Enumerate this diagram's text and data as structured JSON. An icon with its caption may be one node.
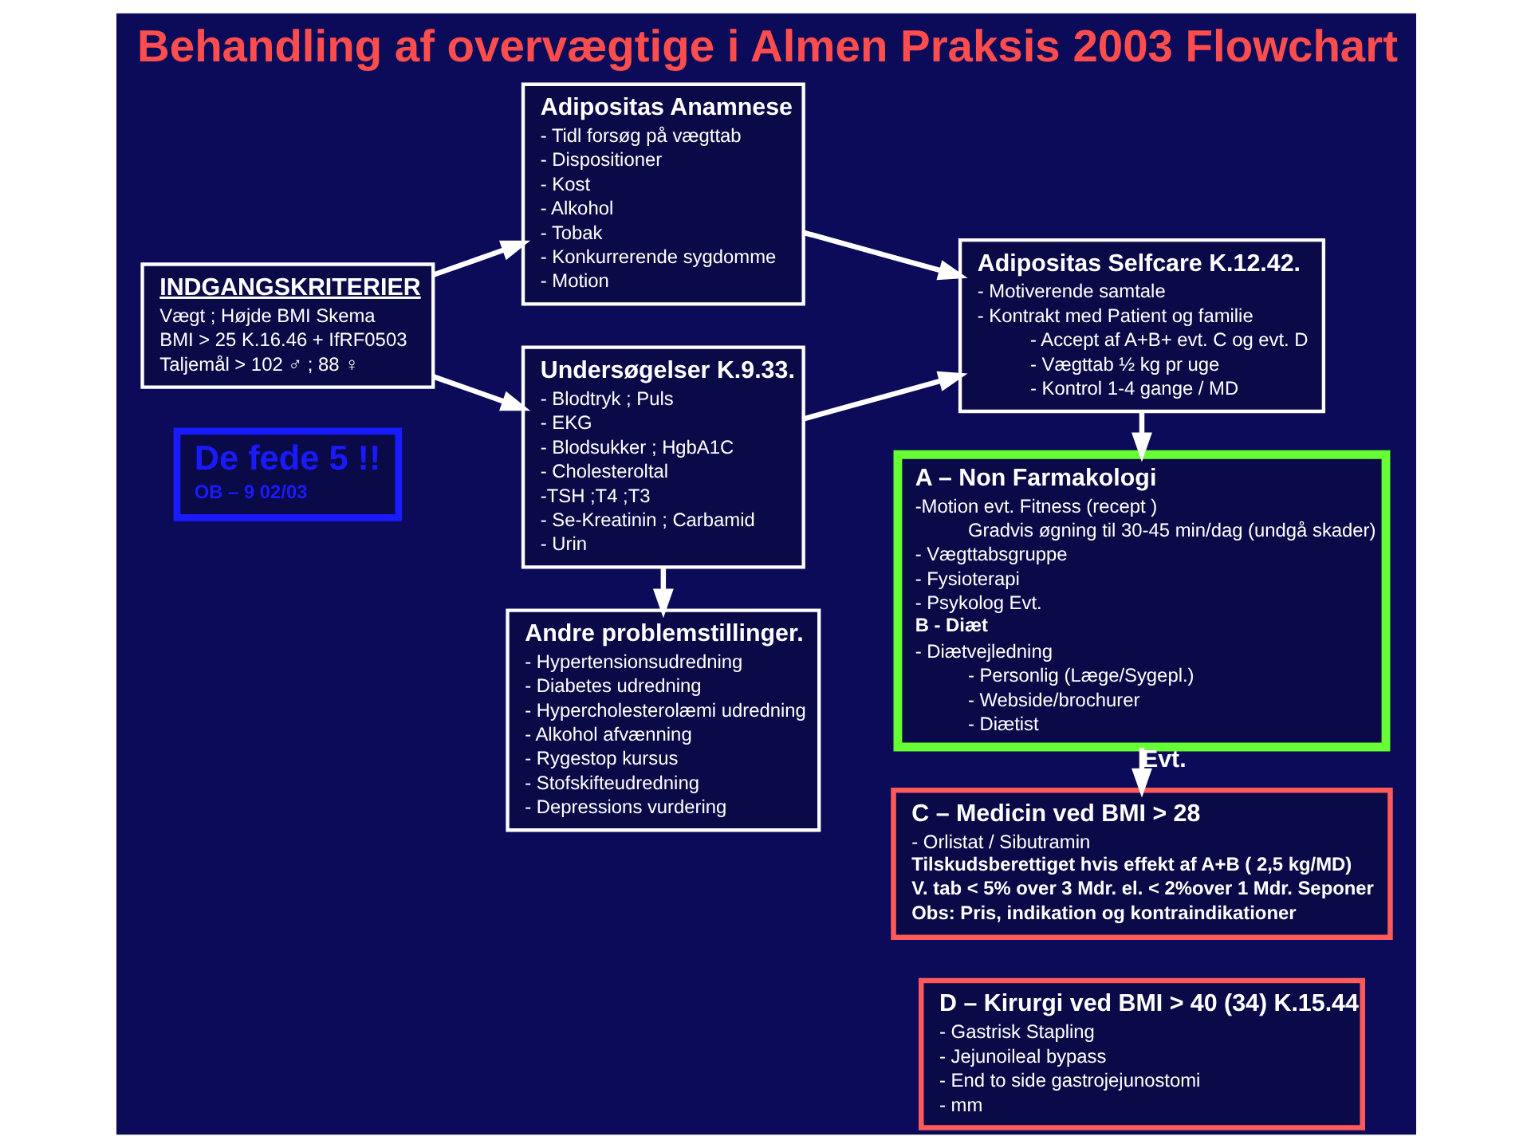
{
  "diagram": {
    "title": "Behandling af overvægtige i Almen Praksis 2003 Flowchart",
    "nodes": [
      {
        "text": [
          "INDGANGSKRITERIER",
          "Vægt ; Højde BMI Skema",
          "BMI > 25 K.16.46 + IfRF0503",
          "Taljemål > 102 ♂ ; 88 ♀"
        ]
      },
      {
        "text": [
          "Adipositas Anamnese",
          "- Tidl forsøg på vægttab",
          "- Dispositioner",
          "- Kost",
          "- Alkohol",
          "- Tobak",
          "- Konkurrerende sygdomme",
          "- Motion"
        ]
      },
      {
        "text": [
          "Undersøgelser K.9.33.",
          "- Blodtryk ; Puls",
          "- EKG",
          "- Blodsukker ; HgbA1C",
          "- Cholesteroltal",
          "-TSH ;T4 ;T3",
          "- Se-Kreatinin ; Carbamid",
          "- Urin"
        ]
      },
      {
        "text": [
          "Andre problemstillinger.",
          "- Hypertensionsudredning",
          "- Diabetes udredning",
          "- Hypercholesterolæmi udredning",
          "- Alkohol afvænning",
          "- Rygestop kursus",
          "- Stofskifteudredning",
          "- Depressions vurdering"
        ]
      },
      {
        "text": [
          "Adipositas Selfcare K.12.42.",
          "- Motiverende samtale",
          "- Kontrakt med Patient og familie",
          "- Accept af A+B+ evt. C og evt. D",
          "- Vægttab ½ kg pr uge",
          "- Kontrol 1-4 gange / MD"
        ]
      },
      {
        "text": [
          "A – Non Farmakologi",
          "-Motion evt. Fitness (recept )",
          "Gradvis øgning til 30-45 min/dag (undgå skader)",
          "- Vægttabsgruppe",
          "- Fysioterapi",
          "- Psykolog Evt.",
          "B - Diæt",
          "- Diætvejledning",
          "- Personlig (Læge/Sygepl.)",
          "- Webside/brochurer",
          "- Diætist"
        ]
      },
      {
        "text": [
          "C – Medicin ved BMI > 28",
          "- Orlistat / Sibutramin",
          "Tilskudsberettiget hvis effekt af A+B ( 2,5 kg/MD)",
          "V. tab < 5% over 3 Mdr. el. < 2%over 1 Mdr. Seponer",
          "Obs: Pris, indikation og kontraindikationer"
        ]
      },
      {
        "text": [
          "D – Kirurgi ved BMI > 40 (34) K.15.44",
          "- Gastrisk Stapling",
          "- Jejunoileal bypass",
          "- End to side gastrojejunostomi",
          "- mm"
        ]
      },
      {
        "text": [
          "De fede 5 !!",
          "OB – 9 02/03"
        ]
      }
    ],
    "edges": [
      {
        "from": 0,
        "to": 1,
        "arrow": "to"
      },
      {
        "from": 0,
        "to": 2,
        "arrow": "to"
      },
      {
        "from": 1,
        "to": 4,
        "arrow": "to"
      },
      {
        "from": 2,
        "to": 4,
        "arrow": "to"
      },
      {
        "from": 2,
        "to": 3,
        "arrow": "to"
      },
      {
        "from": 4,
        "to": 5,
        "arrow": "to"
      },
      {
        "from": 5,
        "to": 6,
        "arrow": "to",
        "label": "Evt."
      }
    ]
  }
}
